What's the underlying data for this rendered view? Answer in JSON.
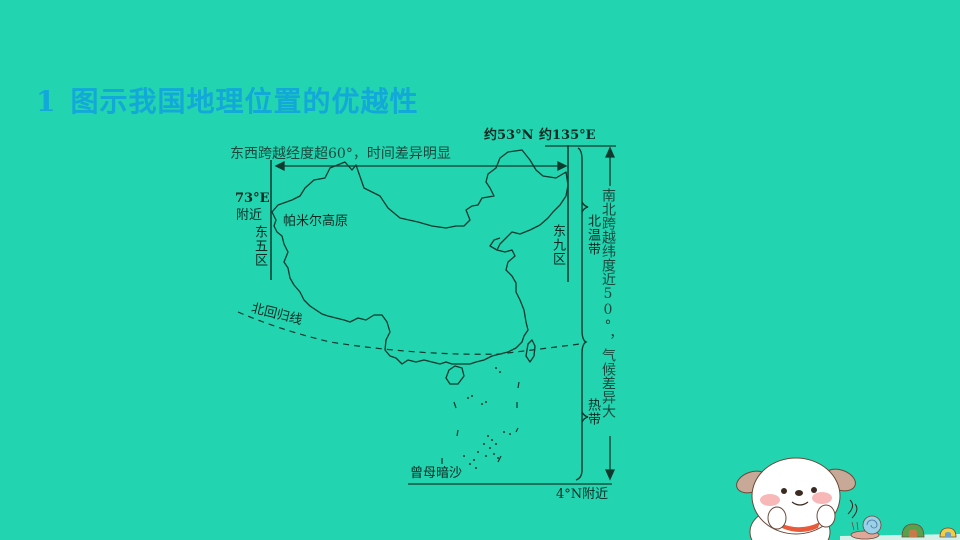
{
  "slide": {
    "background_color": "#22d4b0",
    "title_color": "#12a8d8",
    "title_number": "1",
    "title_text": "图示我国地理位置的优越性"
  },
  "diagram": {
    "top_lat_label": "约53°N",
    "east_lon_label": "约135°E",
    "ew_span_label": "东西跨越经度超60°，时间差异明显",
    "west_lon_label_line1": "73°E",
    "west_lon_label_line2": "附近",
    "west_zone_label": "东五区",
    "pamir_label": "帕米尔高原",
    "east_zone_label": "东九区",
    "north_temperate_label": "北温带",
    "tropic_label": "北回归线",
    "tropical_label": "热带",
    "ns_span_label": "南北跨越纬度近50°，气候差异大",
    "zengmu_label": "曾母暗沙",
    "bottom_lat_label": "4°N附近",
    "line_color": "#0f3a2e"
  },
  "decoration": {
    "mascot": "cartoon-dog-with-snail"
  }
}
